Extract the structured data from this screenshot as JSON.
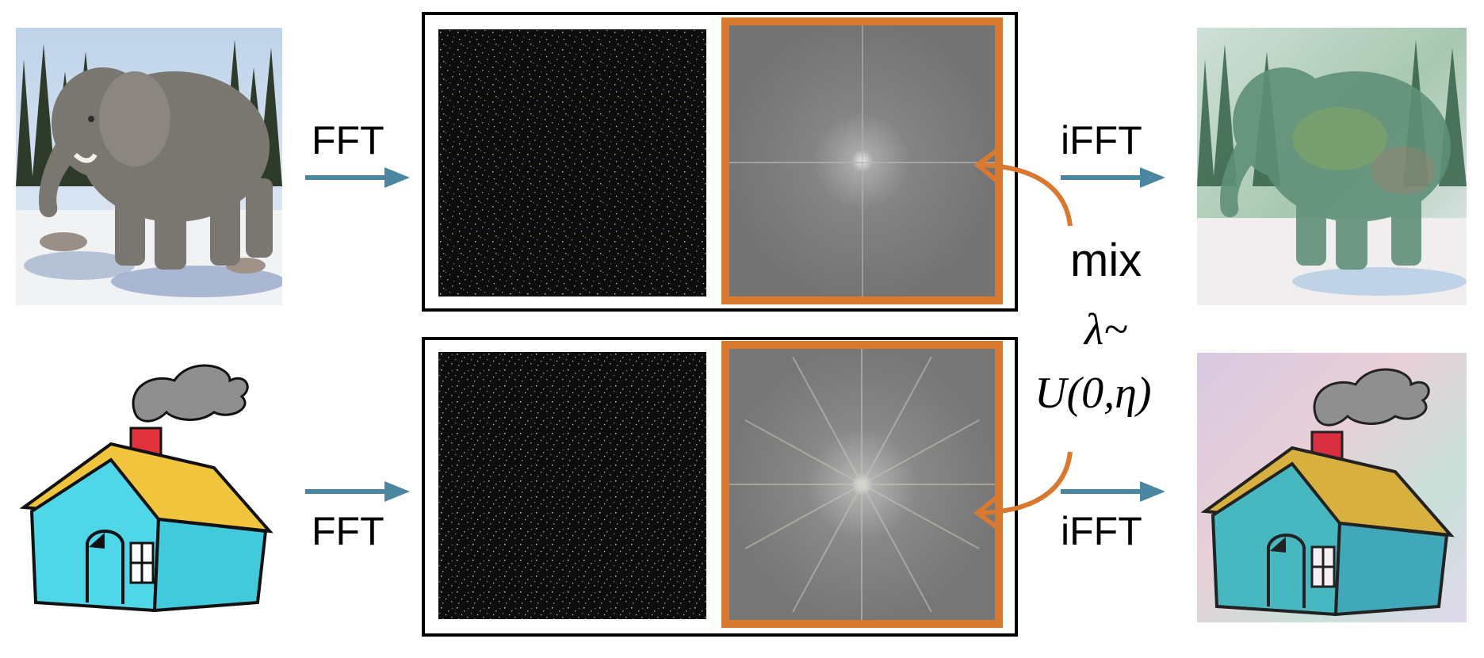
{
  "labels": {
    "fft_top": "FFT",
    "fft_bottom": "FFT",
    "ifft_top": "iFFT",
    "ifft_bottom": "iFFT",
    "mix": "mix",
    "lambda_line": "λ~",
    "uniform_line": "U(0,η)"
  },
  "colors": {
    "arrow_teal": "#4a86a0",
    "highlight_orange": "#d9782f",
    "frame_black": "#000000",
    "spectrum_dark": "#0d0d0d",
    "spectrum_gray": "#7d7d7d"
  },
  "images": [
    {
      "name": "elephant-photo",
      "icon": "elephant-image"
    },
    {
      "name": "house-sketch",
      "icon": "house-image"
    },
    {
      "name": "phase-spectrum-top",
      "icon": "noise-image"
    },
    {
      "name": "amplitude-spectrum-top",
      "icon": "spectrum-image"
    },
    {
      "name": "phase-spectrum-bottom",
      "icon": "noise-image"
    },
    {
      "name": "amplitude-spectrum-bottom",
      "icon": "spectrum-image"
    },
    {
      "name": "mixed-elephant",
      "icon": "elephant-image"
    },
    {
      "name": "mixed-house",
      "icon": "house-image"
    }
  ]
}
